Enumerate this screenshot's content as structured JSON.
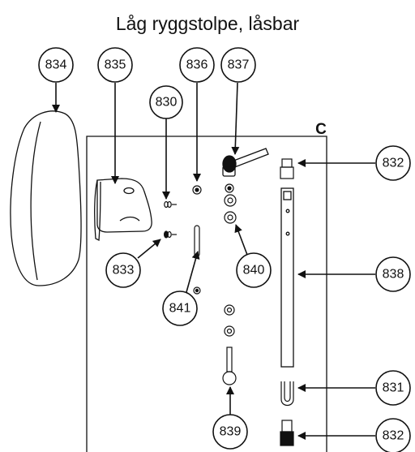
{
  "title": "Låg ryggstolpe, låsbar",
  "panel_label": "C",
  "callouts": {
    "c834": "834",
    "c835": "835",
    "c836": "836",
    "c837": "837",
    "c830": "830",
    "c832_top": "832",
    "c833": "833",
    "c840": "840",
    "c838": "838",
    "c841": "841",
    "c831": "831",
    "c839": "839",
    "c832_bottom": "832"
  },
  "colors": {
    "line": "#111111",
    "background": "#ffffff"
  }
}
